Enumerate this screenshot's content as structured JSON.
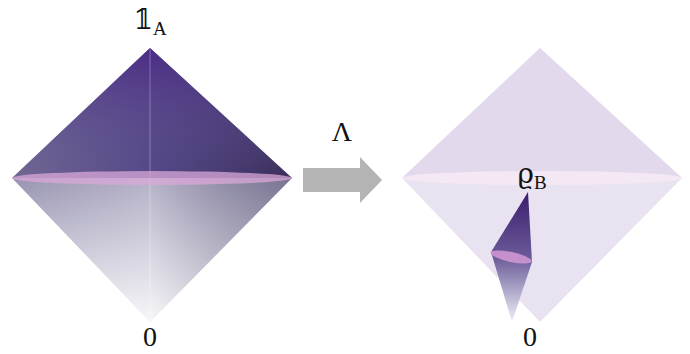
{
  "diagram": {
    "labels": [
      "𝟙A",
      "0",
      "Λ",
      "ϱB",
      "0"
    ]
  }
}
